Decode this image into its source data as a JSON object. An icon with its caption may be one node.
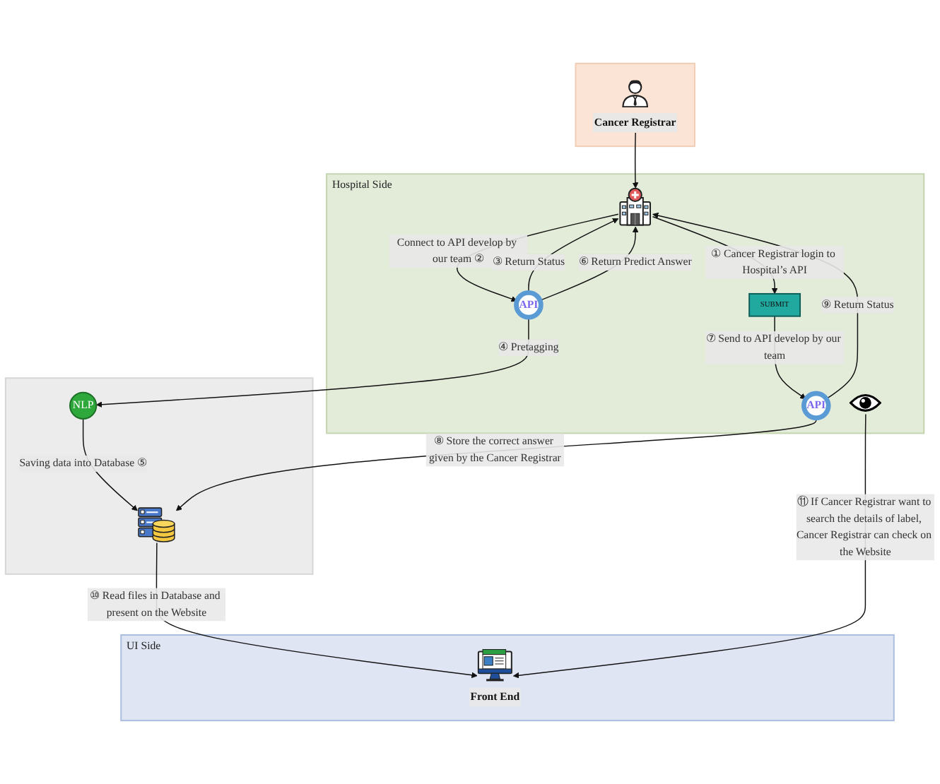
{
  "diagram": {
    "nodes": [
      {
        "text": [],
        "shape": "band"
      },
      {
        "text": [
          "Cancer Registrar"
        ],
        "in": 0
      },
      {
        "text": [
          "Hospital Side"
        ]
      },
      {
        "text": [],
        "shape": "picture",
        "in": 2
      },
      {
        "text": [
          "SUBMIT"
        ],
        "in": 2
      },
      {
        "text": [
          "API"
        ],
        "in": 2
      },
      {
        "text": [
          "API"
        ],
        "in": 2
      },
      {
        "text": [],
        "shape": "picture",
        "in": 2
      },
      {
        "text": [],
        "shape": "band"
      },
      {
        "text": [
          "NLP"
        ],
        "in": 8
      },
      {
        "text": [],
        "shape": "picture",
        "in": 8
      },
      {
        "text": [
          "UI Side"
        ]
      },
      {
        "text": [
          "Front End"
        ],
        "in": 11
      }
    ],
    "edges": [
      {
        "from": 1,
        "to": 3,
        "arrow": "to"
      },
      {
        "from": 3,
        "to": 4,
        "arrow": "to",
        "label": "① Cancer Registrar login to Hospital’s API"
      },
      {
        "from": 3,
        "to": 6,
        "arrow": "to",
        "label": "Connect to API develop by our team ②"
      },
      {
        "from": 6,
        "to": 3,
        "arrow": "to",
        "label": "③ Return Status"
      },
      {
        "from": 6,
        "to": 9,
        "arrow": "to",
        "label": "④ Pretagging"
      },
      {
        "from": 9,
        "to": 10,
        "arrow": "to",
        "label": "Saving data into Database ⑤"
      },
      {
        "from": 6,
        "to": 3,
        "arrow": "to",
        "label": "⑥ Return Predict Answer"
      },
      {
        "from": 4,
        "to": 5,
        "arrow": "to",
        "label": "⑦ Send to API develop by our team"
      },
      {
        "from": 5,
        "to": 10,
        "arrow": "to",
        "label": "⑧ Store the correct answer given by the Cancer Registrar"
      },
      {
        "from": 5,
        "to": 3,
        "arrow": "to",
        "label": "⑨ Return Status"
      },
      {
        "from": 10,
        "to": 12,
        "arrow": "to",
        "label": "⑩ Read files in Database and present on the Website"
      },
      {
        "from": 7,
        "to": 12,
        "arrow": "to",
        "label": "⑪ If Cancer Registrar want to search the details of label, Cancer Registrar can check on the Website"
      }
    ]
  }
}
